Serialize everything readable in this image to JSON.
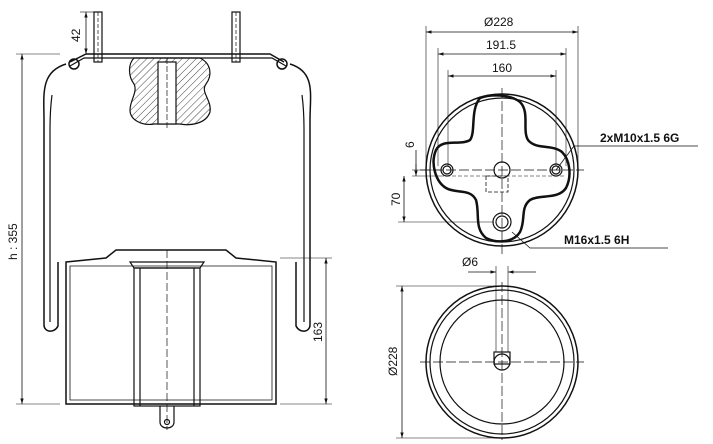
{
  "side_view": {
    "height_label": "h : 355",
    "stud_height": "42",
    "piston_height": "163"
  },
  "top_view": {
    "outer_diameter": "Ø228",
    "bolt_circle": "191.5",
    "inner_width": "160",
    "offset_small": "6",
    "offset_vertical": "70",
    "thread_top": "2xM10x1.5 6G",
    "thread_center": "M16x1.5 6H"
  },
  "bottom_view": {
    "outer_diameter": "Ø228",
    "small_diameter": "Ø6"
  }
}
